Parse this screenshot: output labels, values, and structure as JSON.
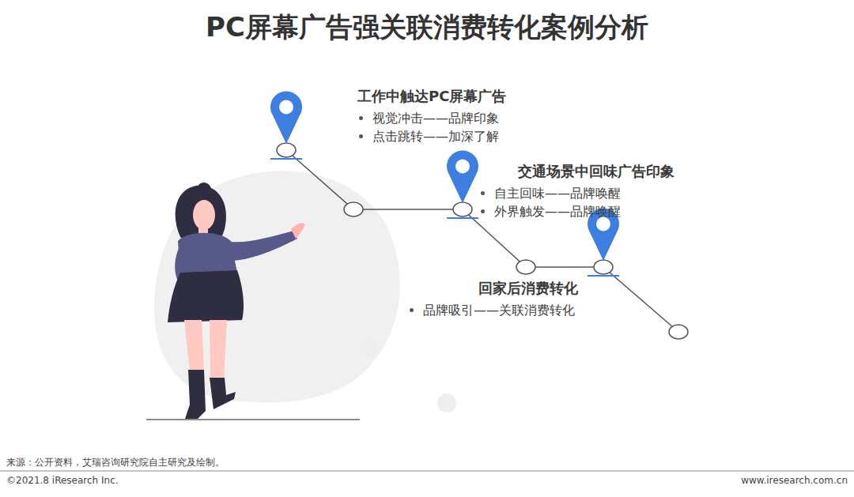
{
  "diagram": {
    "title": "PC屏幕广告强关联消费转化案例分析",
    "nodes": [
      {
        "text": [
          "工作中触达PC屏幕广告",
          "视觉冲击——品牌印象",
          "点击跳转——加深了解"
        ]
      },
      {
        "text": [
          "交通场景中回味广告印象",
          "自主回味——品牌唤醒",
          "外界触发——品牌唤醒"
        ]
      },
      {
        "text": [
          "回家后消费转化",
          "品牌吸引——关联消费转化"
        ]
      }
    ],
    "labels": [
      "来源：公开资料，艾瑞咨询研究院自主研究及绘制。",
      "©2021.8 iResearch Inc.",
      "www.iresearch.com.cn"
    ]
  }
}
